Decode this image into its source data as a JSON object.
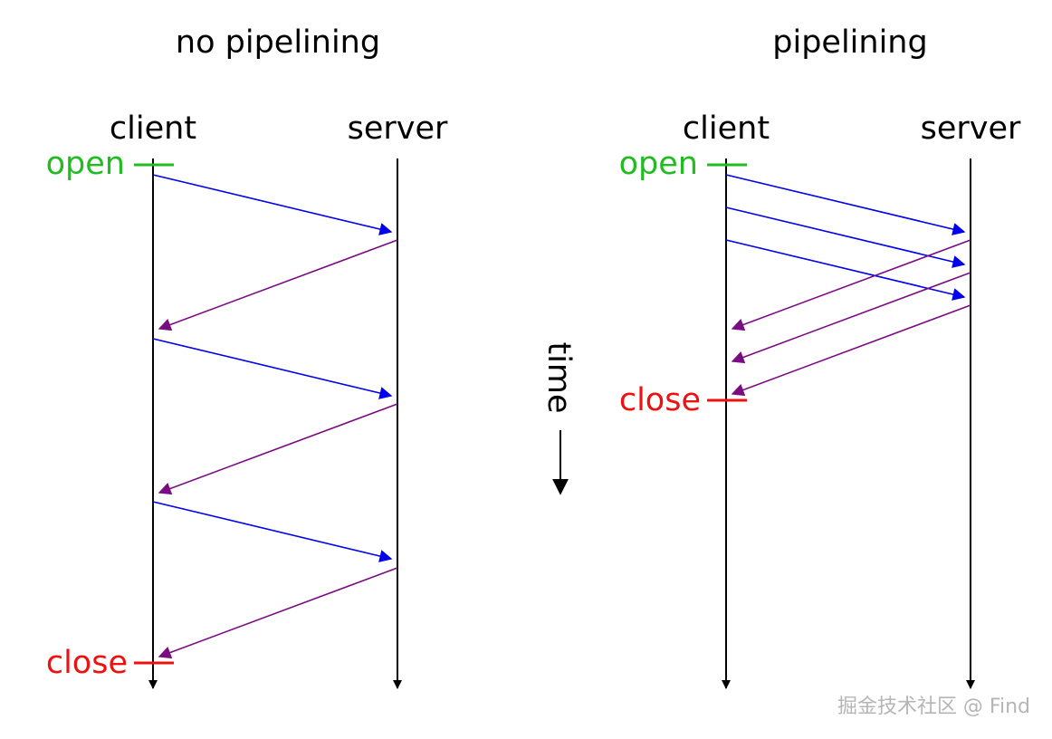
{
  "colors": {
    "lifeline": "#000000",
    "request": "#0000ee",
    "response": "#7a0c82",
    "open": "#22bb22",
    "close": "#ee1111",
    "watermark": "#b5b5b5"
  },
  "diagrams": [
    {
      "title": "no pipelining",
      "client_label": "client",
      "server_label": "server",
      "open_label": "open",
      "close_label": "close"
    },
    {
      "title": "pipelining",
      "client_label": "client",
      "server_label": "server",
      "open_label": "open",
      "close_label": "close"
    }
  ],
  "time_label": "time",
  "watermark": "掘金技术社区 @ Find"
}
